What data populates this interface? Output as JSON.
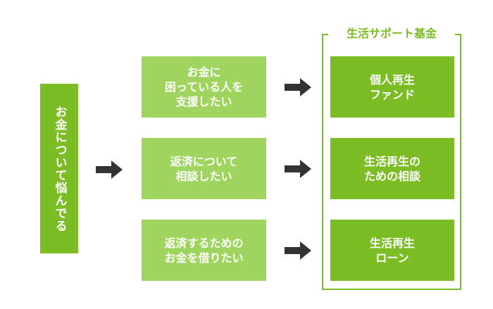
{
  "source": {
    "label": "お金について悩んでる"
  },
  "group": {
    "title": "生活サポート基金"
  },
  "needs": [
    {
      "label": "お金に\n困っている人を\n支援したい"
    },
    {
      "label": "返済について\n相談したい"
    },
    {
      "label": "返済するための\nお金を借りたい"
    }
  ],
  "funds": [
    {
      "label": "個人再生\nファンド"
    },
    {
      "label": "生活再生の\nための相談"
    },
    {
      "label": "生活再生\nローン"
    }
  ],
  "colors": {
    "dark_green": "#7cbd25",
    "light_green": "#9fd45e",
    "arrow": "#333333"
  }
}
